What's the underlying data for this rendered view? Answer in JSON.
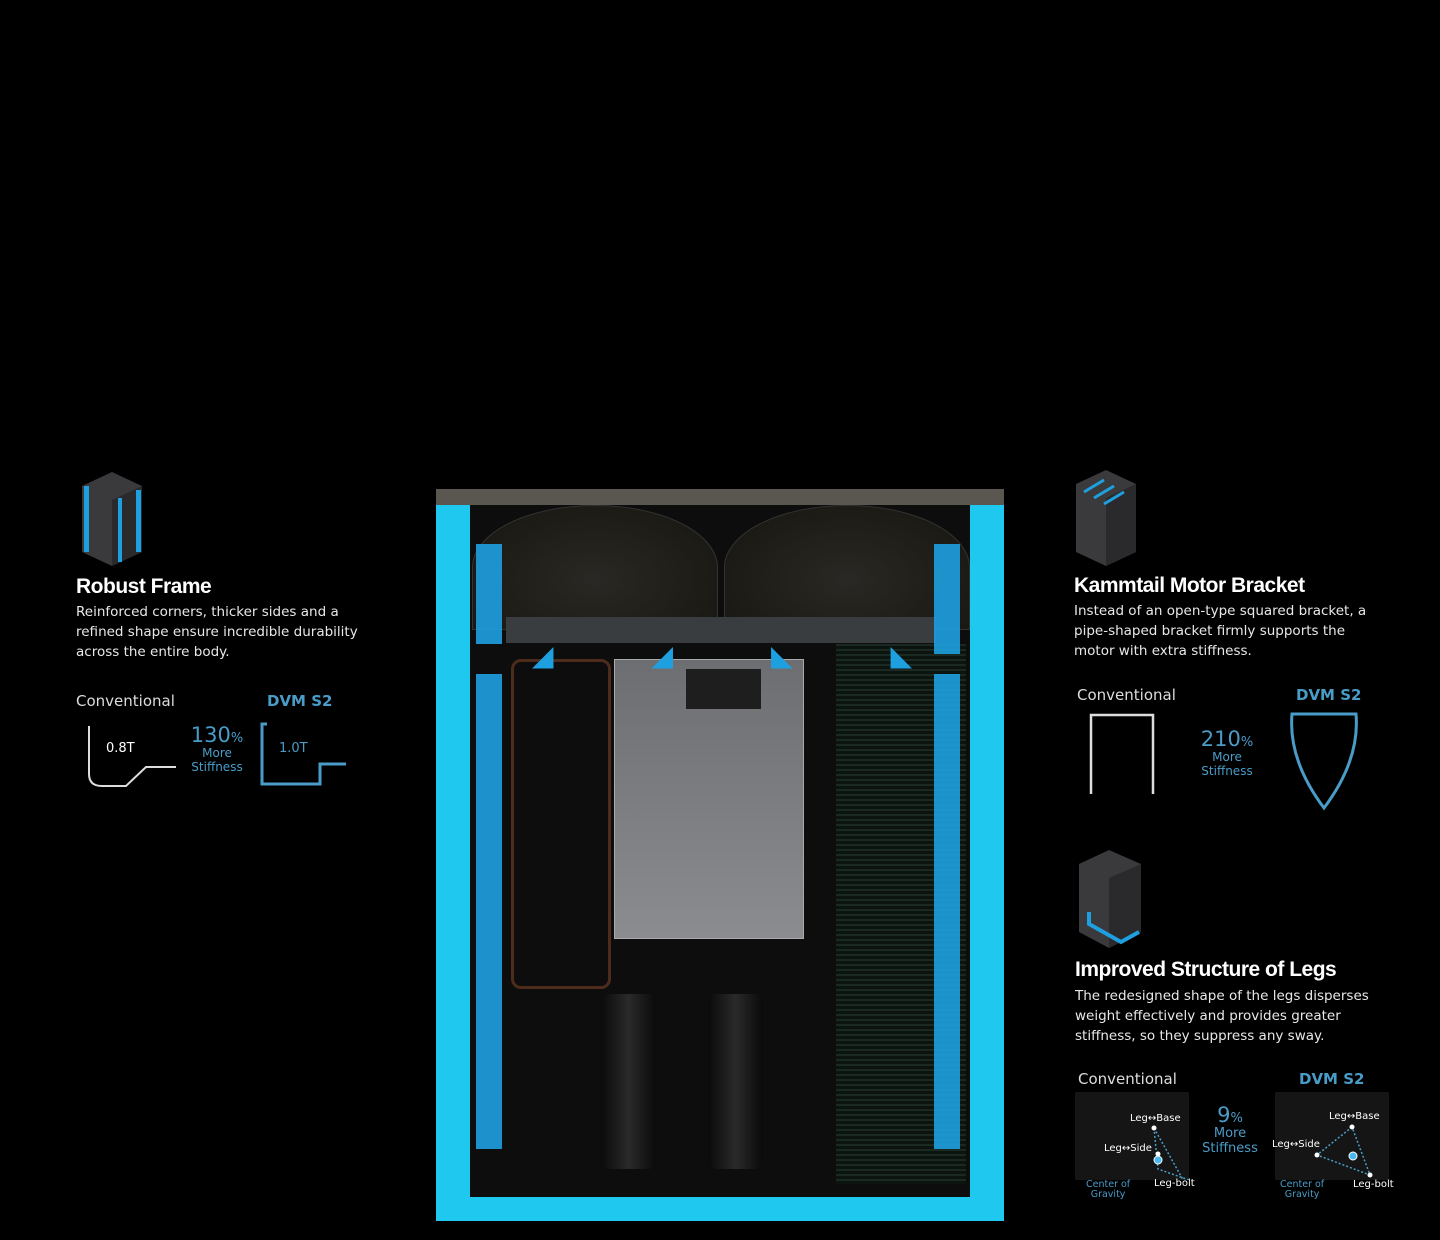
{
  "robust_frame": {
    "title": "Robust Frame",
    "description": "Reinforced corners, thicker sides and a refined shape ensure incredible durability across the entire body.",
    "conventional_label": "Conventional",
    "dvm_label": "DVM S2",
    "conventional_thickness": "0.8T",
    "dvm_thickness": "1.0T",
    "percent": "130",
    "percent_sign": "%",
    "more": "More",
    "stiffness": "Stiffness",
    "icon": "frame-cube-icon"
  },
  "motor_bracket": {
    "title": "Kammtail Motor Bracket",
    "description": "Instead of an open-type squared bracket, a pipe-shaped bracket firmly supports the motor with extra stiffness.",
    "conventional_label": "Conventional",
    "dvm_label": "DVM S2",
    "percent": "210",
    "percent_sign": "%",
    "more": "More",
    "stiffness": "Stiffness",
    "icon": "bracket-cube-icon"
  },
  "legs": {
    "title": "Improved Structure of Legs",
    "description": "The redesigned shape of the legs disperses weight effectively and provides greater stiffness, so they suppress any sway.",
    "conventional_label": "Conventional",
    "dvm_label": "DVM S2",
    "percent": "9",
    "percent_sign": "%",
    "more": "More",
    "stiffness": "Stiffness",
    "leg_base": "Leg↔Base",
    "leg_side": "Leg↔Side",
    "leg_bolt": "Leg-bolt",
    "center_of_gravity_1": "Center of",
    "center_of_gravity_2": "Gravity",
    "icon": "legs-cube-icon"
  },
  "colors": {
    "accent": "#4a9cc8",
    "frame": "#1ec8ee"
  }
}
